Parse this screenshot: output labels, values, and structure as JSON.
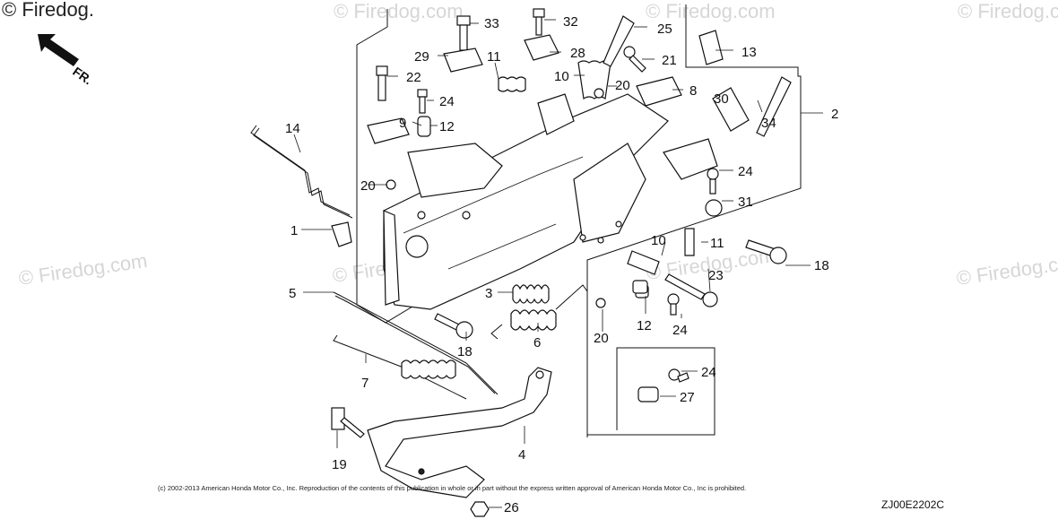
{
  "watermarks": {
    "top_left": "© Firedog.",
    "repeat": "© Firedog.com"
  },
  "orientation_label": "FR.",
  "copyright": "(c) 2002-2013 American Honda Motor Co., Inc. Reproduction of the contents of this publication in whole or in part without the express written approval of American Honda Motor Co., Inc is prohibited.",
  "diagram_code": "ZJ00E2202C",
  "callouts": {
    "c1": "1",
    "c2": "2",
    "c3": "3",
    "c4": "4",
    "c5": "5",
    "c6": "6",
    "c7": "7",
    "c8": "8",
    "c9": "9",
    "c10a": "10",
    "c10b": "10",
    "c11a": "11",
    "c11b": "11",
    "c12a": "12",
    "c12b": "12",
    "c13": "13",
    "c14": "14",
    "c18a": "18",
    "c18b": "18",
    "c19": "19",
    "c20a": "20",
    "c20b": "20",
    "c20c": "20",
    "c21": "21",
    "c22": "22",
    "c23": "23",
    "c24a": "24",
    "c24b": "24",
    "c24c": "24",
    "c24d": "24",
    "c25": "25",
    "c26": "26",
    "c27": "27",
    "c28": "28",
    "c29": "29",
    "c30": "30",
    "c31": "31",
    "c32": "32",
    "c33": "33",
    "c34": "34"
  }
}
